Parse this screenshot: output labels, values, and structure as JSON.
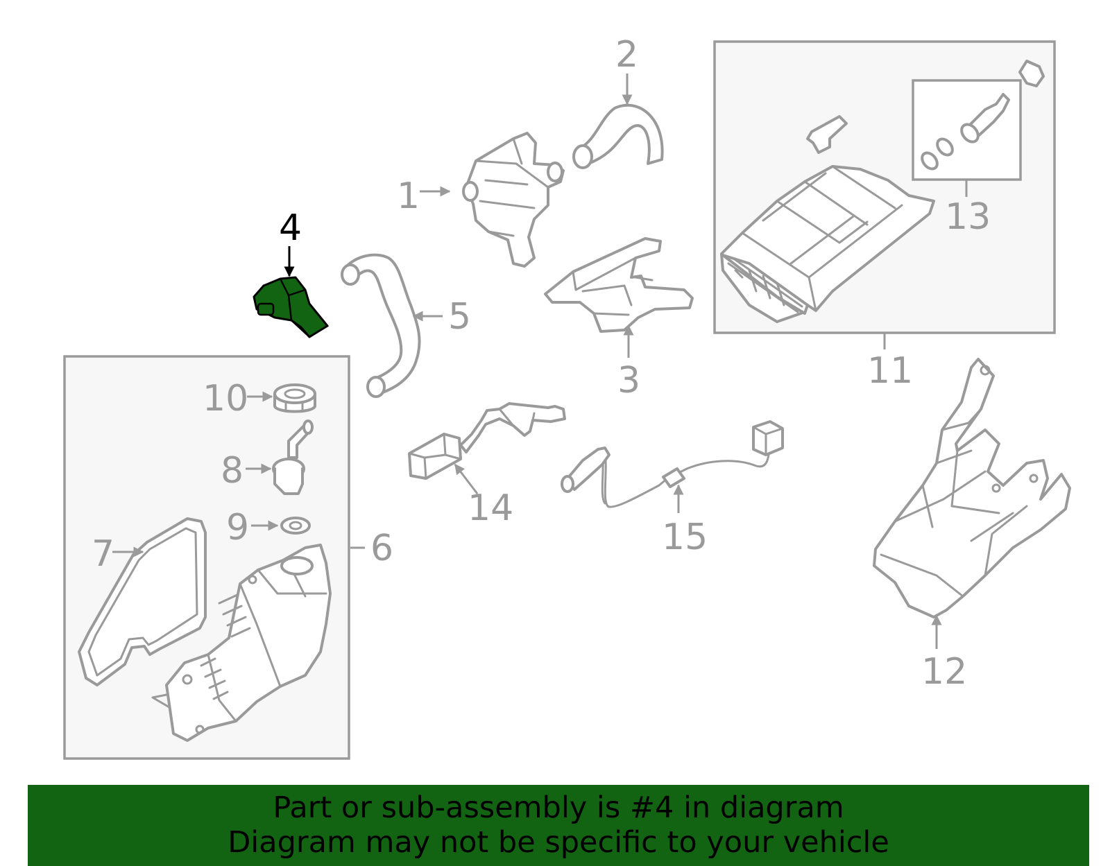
{
  "diagram": {
    "highlight_color": "#126312",
    "highlighted_part": "4",
    "callouts": {
      "c1": "1",
      "c2": "2",
      "c3": "3",
      "c4": "4",
      "c5": "5",
      "c6": "6",
      "c7": "7",
      "c8": "8",
      "c9": "9",
      "c10": "10",
      "c11": "11",
      "c12": "12",
      "c13": "13",
      "c14": "14",
      "c15": "15"
    }
  },
  "banner": {
    "background": "#126312",
    "line1": "Part or sub-assembly is #4 in diagram",
    "line2": "Diagram may not be specific to your vehicle"
  }
}
